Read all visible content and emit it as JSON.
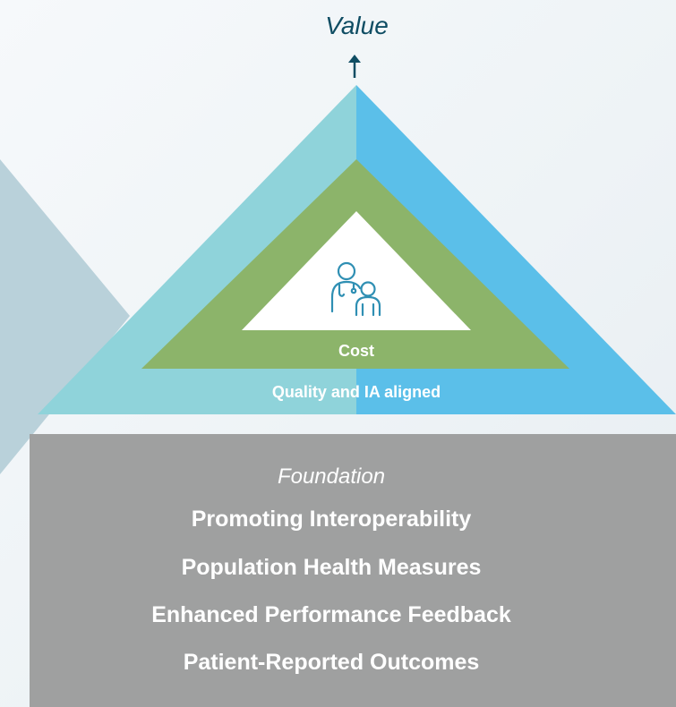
{
  "diagram": {
    "top_label": "Value",
    "layers": {
      "inner": {
        "label": "Cost",
        "color": "#8cb46a"
      },
      "outer": {
        "label": "Quality and IA aligned",
        "color_left": "#8fd3da",
        "color_right": "#5bbfe9"
      }
    },
    "foundation": {
      "title": "Foundation",
      "items": [
        "Promoting Interoperability",
        "Population Health Measures",
        "Enhanced Performance Feedback",
        "Patient-Reported Outcomes"
      ],
      "color": "#9fa0a0"
    },
    "center_icon": "clinician-and-patient-icon"
  }
}
